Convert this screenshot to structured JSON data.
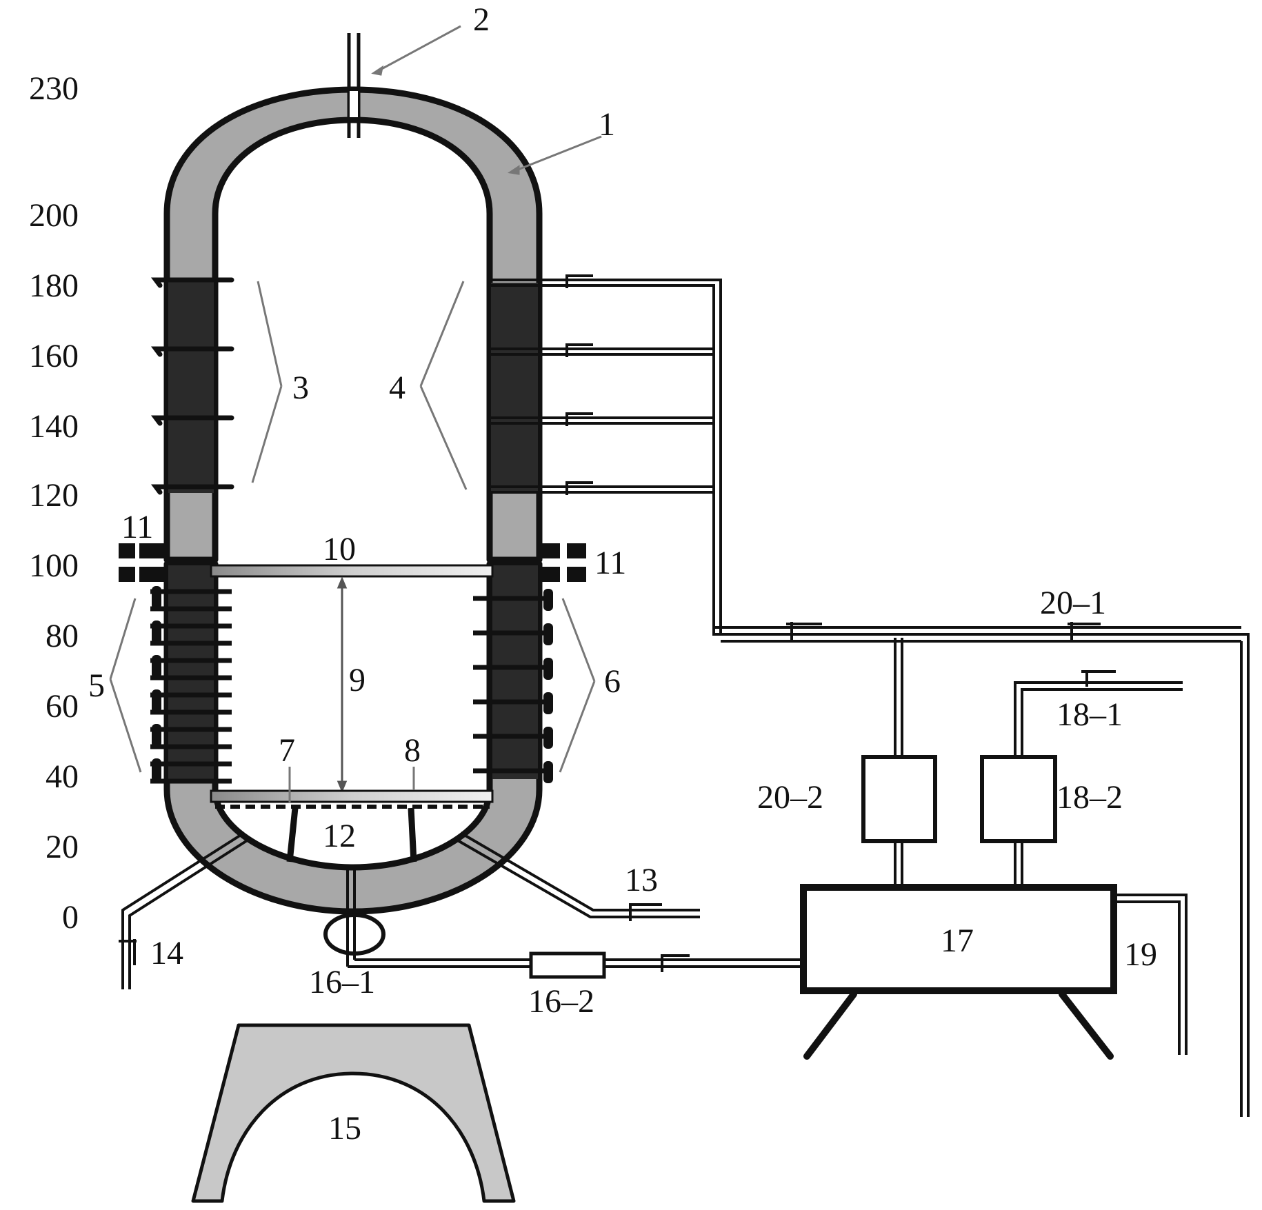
{
  "scale_labels": [
    "230",
    "200",
    "180",
    "160",
    "140",
    "120",
    "100",
    "80",
    "60",
    "40",
    "20",
    "0"
  ],
  "callouts": {
    "c1": "1",
    "c2": "2",
    "c3": "3",
    "c4": "4",
    "c5": "5",
    "c6": "6",
    "c7": "7",
    "c8": "8",
    "c9": "9",
    "c10": "10",
    "c11_left": "11",
    "c11_right": "11",
    "c12": "12",
    "c13": "13",
    "c14": "14",
    "c15": "15",
    "c16_1": "16–1",
    "c16_2": "16–2",
    "c17": "17",
    "c18_1": "18–1",
    "c18_2": "18–2",
    "c19": "19",
    "c20_1": "20–1",
    "c20_2": "20–2"
  },
  "colors": {
    "wall": "#a8a8a8",
    "outline": "#111111",
    "base": "#c8c8c8",
    "plate": "#d0d0d0"
  }
}
